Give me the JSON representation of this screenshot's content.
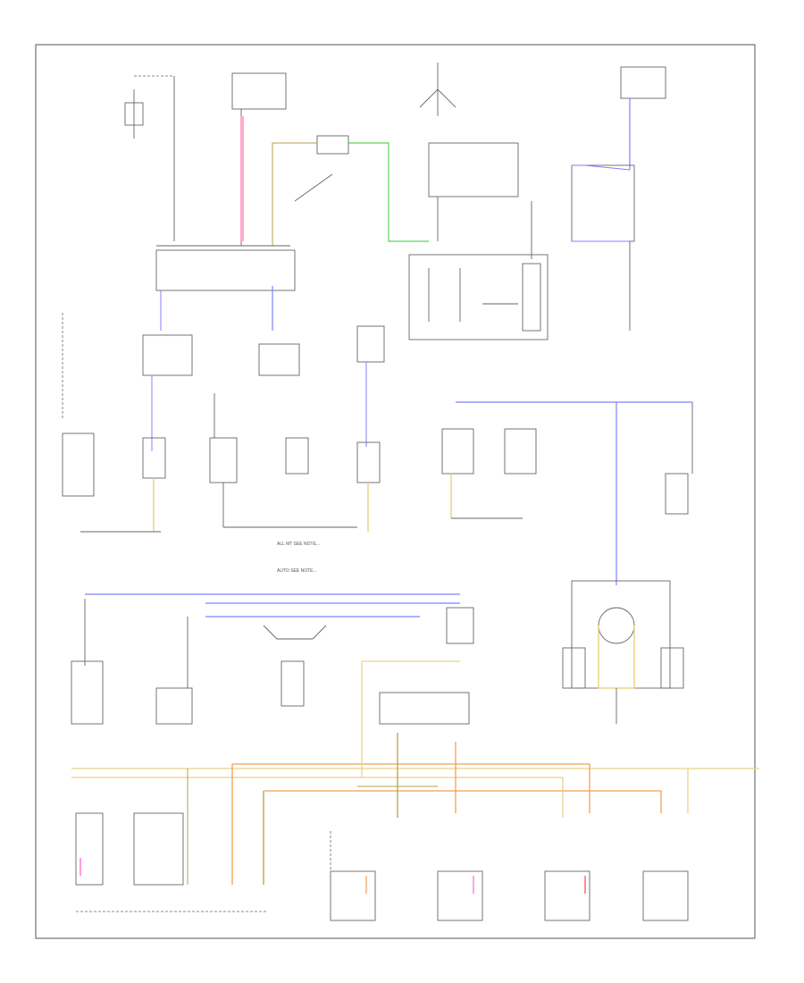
{
  "diagram": {
    "page_id": "",
    "colors": {
      "line": "#666666",
      "frame": "#555555",
      "blue": "#8080ff",
      "yellow": "#e8d48a",
      "green": "#33cc33",
      "pink": "#ff66cc",
      "red": "#ff4444",
      "orange": "#f0a050",
      "olive": "#b0a050"
    },
    "callouts": [
      {
        "id": "callout-1",
        "text": "ALL MT SEE NOTE..."
      },
      {
        "id": "callout-2",
        "text": "AUTO SEE NOTE..."
      }
    ]
  }
}
